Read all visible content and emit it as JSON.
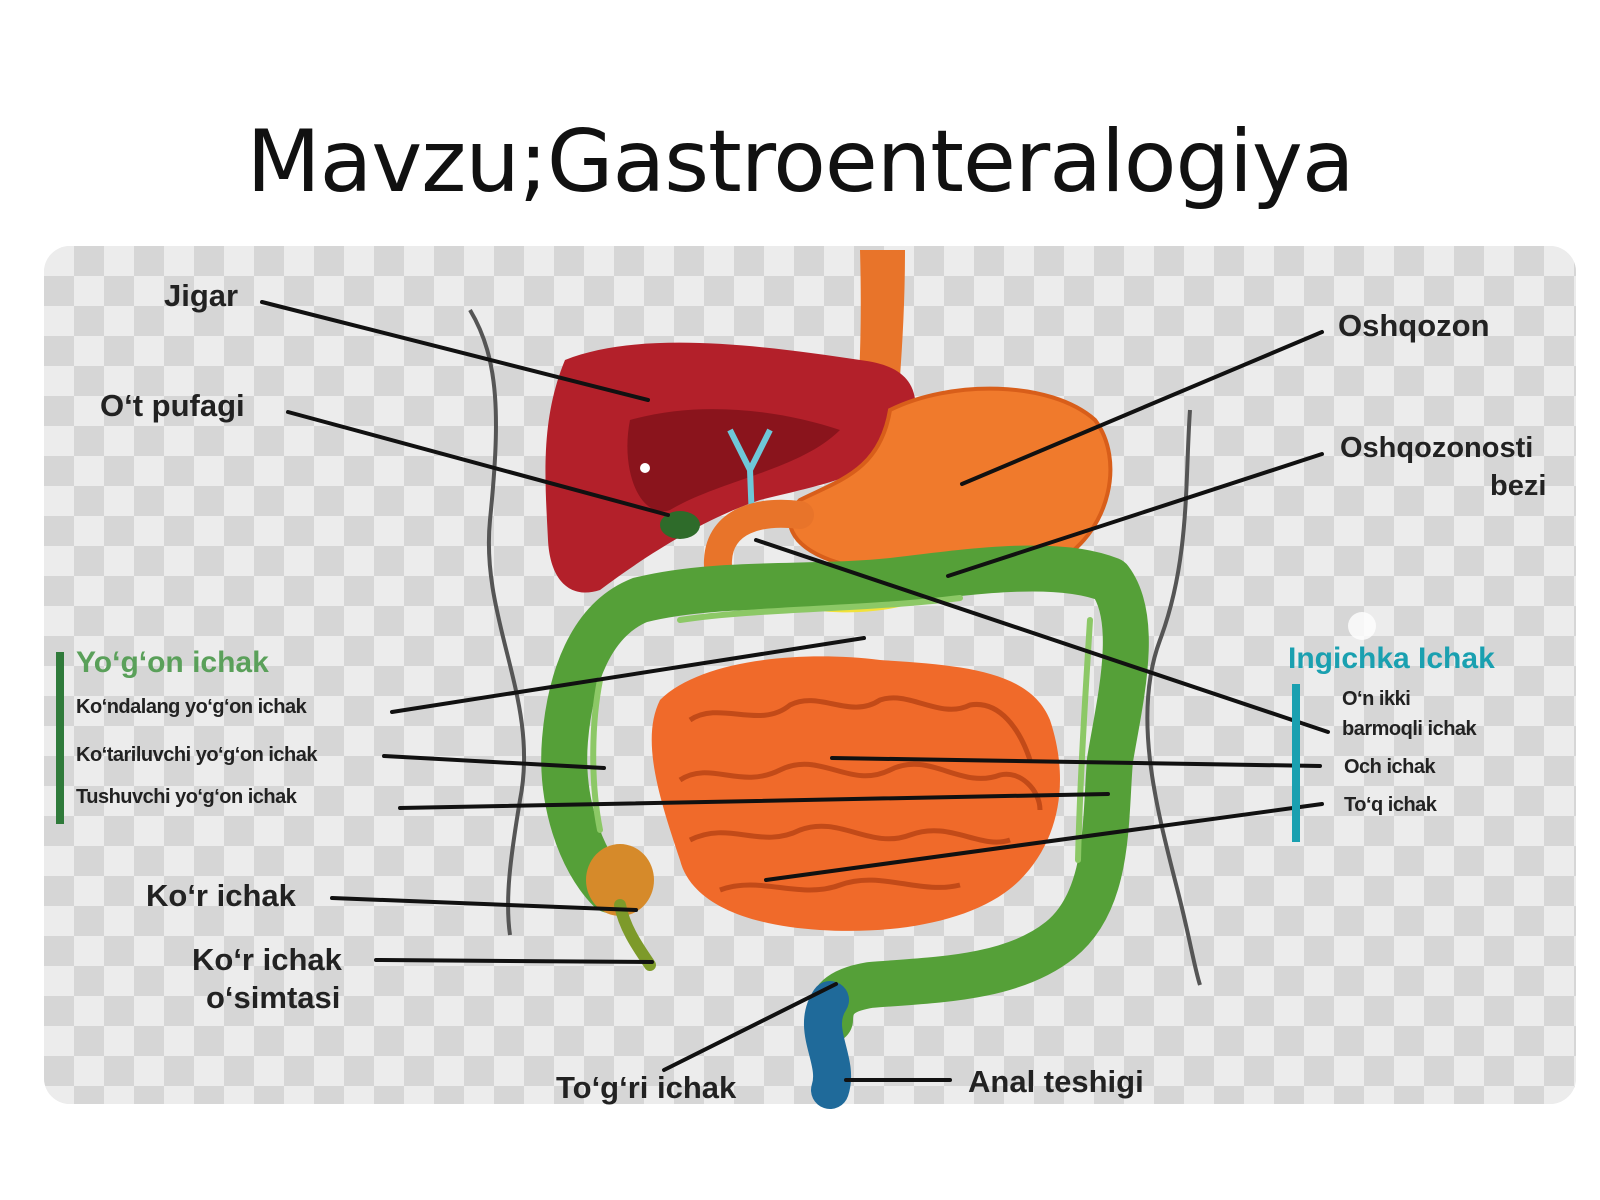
{
  "slide": {
    "title": "Mavzu;Gastroenteralogiya"
  },
  "labels": {
    "liver": "Jigar",
    "gallbladder": "O‘t pufagi",
    "stomach": "Oshqozon",
    "pancreas_line1": "Oshqozonosti",
    "pancreas_line2": "bezi",
    "large_intestine_group": "Yo‘g‘on ichak",
    "transverse_colon": "Ko‘ndalang yo‘g‘on ichak",
    "ascending_colon": "Ko‘tariluvchi yo‘g‘on ichak",
    "descending_colon": "Tushuvchi yo‘g‘on ichak",
    "cecum": "Ko‘r ichak",
    "appendix_line1": "Ko‘r ichak",
    "appendix_line2": "o‘simtasi",
    "rectum": "To‘g‘ri ichak",
    "anus": "Anal teshigi",
    "small_intestine_group": "Ingichka Ichak",
    "duodenum_line1": "O‘n ikki",
    "duodenum_line2": "barmoqli ichak",
    "jejunum": "Och ichak",
    "ileum": "To‘q ichak"
  },
  "colors": {
    "liver": "#b3202a",
    "liver_dark": "#8a141c",
    "stomach": "#f07a2c",
    "small_intestine": "#f06a2a",
    "colon": "#55a038",
    "pancreas": "#f2e23a",
    "gallbladder": "#2e6b2a",
    "rectum": "#1f6a9a",
    "large_group_accent": "#3f9a4a",
    "small_group_accent": "#1aa0b0"
  }
}
